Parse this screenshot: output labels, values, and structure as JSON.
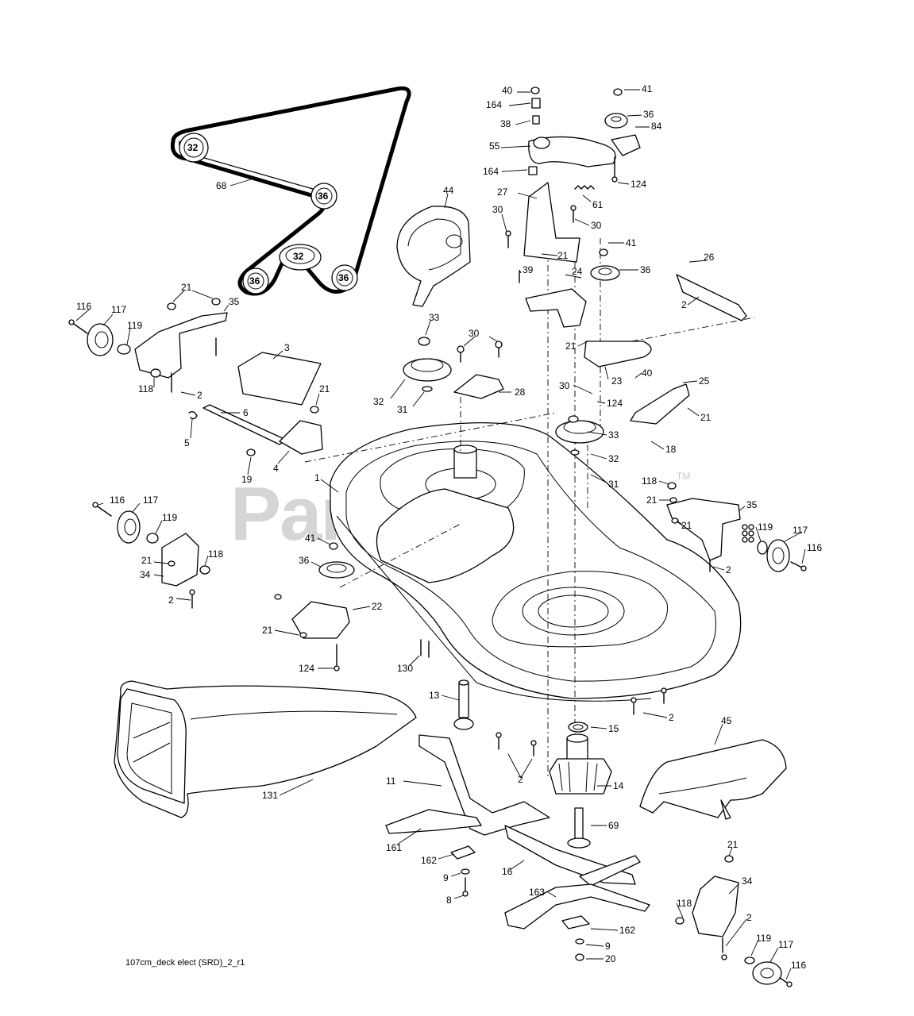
{
  "watermark": {
    "text": "PartsTree",
    "trademark": "TM"
  },
  "caption": "107cm_deck elect (SRD)_2_r1",
  "labels": {
    "l40a": "40",
    "l164a": "164",
    "l38": "38",
    "l55": "55",
    "l164b": "164",
    "l41a": "41",
    "l36a": "36",
    "l84": "84",
    "l124a": "124",
    "l27": "27",
    "l61": "61",
    "l30a": "30",
    "l30b": "30",
    "l21a": "21",
    "l39": "39",
    "l41b": "41",
    "l36b": "36",
    "l24": "24",
    "l26": "26",
    "l2a": "2",
    "l21b": "21",
    "l23": "23",
    "l40b": "40",
    "l25": "25",
    "l21c": "21",
    "l18": "18",
    "l30c": "30",
    "l124b": "124",
    "l33b": "33",
    "l32c": "32",
    "l31b": "31",
    "l44": "44",
    "l33a": "33",
    "l30d": "30",
    "l32b": "32",
    "l31a": "31",
    "l28": "28",
    "l68": "68",
    "l21d": "21",
    "l35a": "35",
    "l116a": "116",
    "l117a": "117",
    "l119a": "119",
    "l118a": "118",
    "l2b": "2",
    "l3": "3",
    "l21e": "21",
    "l6": "6",
    "l5": "5",
    "l4": "4",
    "l19": "19",
    "l1": "1",
    "l116b": "116",
    "l117b": "117",
    "l119b": "119",
    "l21f": "21",
    "l34a": "34",
    "l118b": "118",
    "l2c": "2",
    "l41c": "41",
    "l36c": "36",
    "l22": "22",
    "l21g": "21",
    "l124c": "124",
    "l130": "130",
    "l118c": "118",
    "l21h": "21",
    "l35b": "35",
    "l21i": "21",
    "l119c": "119",
    "l117c": "117",
    "l116c": "116",
    "l2d": "2",
    "l13": "13",
    "l2e": "2",
    "l15": "15",
    "l45": "45",
    "l131": "131",
    "l11": "11",
    "l2f": "2",
    "l14": "14",
    "l69": "69",
    "l161": "161",
    "l162a": "162",
    "l9a": "9",
    "l8": "8",
    "l16": "16",
    "l163": "163",
    "l162b": "162",
    "l9b": "9",
    "l20": "20",
    "l21j": "21",
    "l34b": "34",
    "l118d": "118",
    "l2g": "2",
    "l119d": "119",
    "l117d": "117",
    "l116d": "116"
  },
  "pulley_labels": {
    "p32a": "32",
    "p36a": "36",
    "p32b": "32",
    "p36b": "36",
    "p36c": "36"
  }
}
